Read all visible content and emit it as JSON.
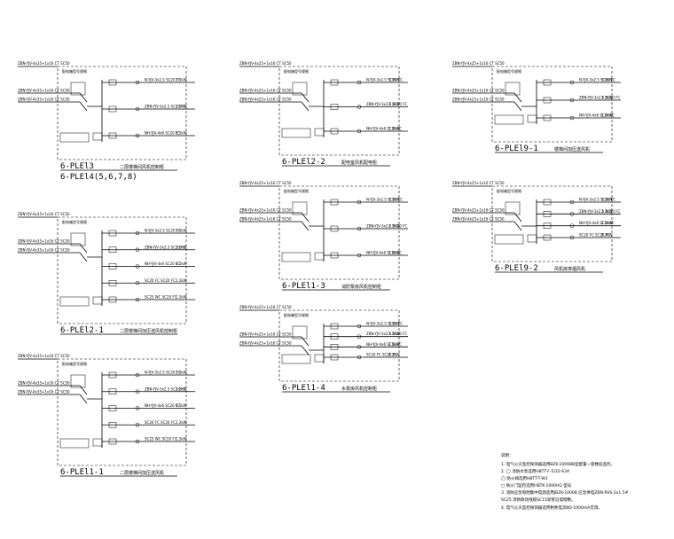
{
  "diagrams": [
    {
      "id": "6-PLE13",
      "title": "6-PLEl3",
      "subtitle": "6-PLEl4(5,6,7,8)",
      "caption": "二层楼梯间风机控制柜",
      "feed_label": "ZBN-YJV-4x35+1x16 CT SC50",
      "hdr": "配电箱型号规格"
    },
    {
      "id": "6-PLE12-2",
      "title": "6-PLEl2-2",
      "subtitle": "",
      "caption": "配电室风机配电柜",
      "feed_label": "ZBN-YJV-4x25+1x16 CT SC50",
      "hdr": "配电箱型号规格"
    },
    {
      "id": "6-PLE19-1",
      "title": "6-PLEl9-1",
      "subtitle": "",
      "caption": "楼梯间加压送风机",
      "feed_label": "ZBN-YJV-4x25+1x16 CT SC50",
      "hdr": "配电箱型号规格"
    },
    {
      "id": "6-PLE12-1",
      "title": "6-PLEl2-1",
      "subtitle": "",
      "caption": "二层楼梯间加压送风机控制柜",
      "feed_label": "ZBN-YJV-4x35+1x16 CT SC50",
      "hdr": "配电箱型号规格"
    },
    {
      "id": "6-PLE1-3",
      "title": "6-PLEl1-3",
      "subtitle": "",
      "caption": "消防泵房风机控制柜",
      "feed_label": "ZBN-YJV-4x25+1x16 CT SC50",
      "hdr": "配电箱型号规格"
    },
    {
      "id": "6-PLE19-2",
      "title": "6-PLEl9-2",
      "subtitle": "",
      "caption": "风机房排烟风机",
      "feed_label": "ZBN-YJV-4x25+1x16 CT SC50",
      "hdr": "配电箱型号规格"
    },
    {
      "id": "6-PLE11-1",
      "title": "6-PLEl1-1",
      "subtitle": "",
      "caption": "二层楼梯间加压送风机",
      "feed_label": "ZBN-YJV-4x35+1x16 CT SC50",
      "hdr": "配电箱型号规格"
    },
    {
      "id": "6-PLE1-4",
      "title": "6-PLEl1-4",
      "subtitle": "",
      "caption": "水泵房风机控制柜",
      "feed_label": "ZBN-YJV-4x25+1x16 CT SC50",
      "hdr": "配电箱型号规格"
    }
  ],
  "branch_labels": [
    "N-YJV-3x2.5",
    "ZBN-YJV-3x2.5",
    "NH-YJV-4x6",
    "SC20 FC",
    "SC25 WC",
    "1.5kW",
    "2.2kW"
  ],
  "notes": {
    "heading": "说明：",
    "lines": [
      "1. 电气火灾监控探测器选用BZK-1000BB型配置一套楼层监控。",
      "2. ◯ 消防水泵选用HBTT-F-5/32-63A",
      "   ◯ 防火阀选用HBTT-T-W1",
      "   □ 防火门监控选用HBTK-1000HG 型号",
      "3. 消防应急照明集中电源选用JBZK-1000B 应急供电ZBN-RVS-2x1.5#",
      "   SC25 消防联动线缆SC15穿管沿墙暗敷。",
      "4. 电气火灾监控探测器选用剩余电流BD-1000mA可调。"
    ]
  }
}
